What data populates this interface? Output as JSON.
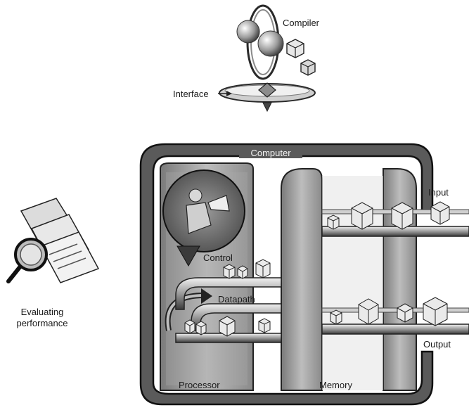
{
  "figure": {
    "labels": {
      "compiler": "Compiler",
      "interface": "Interface",
      "computer": "Computer",
      "input": "Input",
      "control": "Control",
      "datapath": "Datapath",
      "evaluating_line1": "Evaluating",
      "evaluating_line2": "performance",
      "output": "Output",
      "processor": "Processor",
      "memory": "Memory"
    }
  }
}
